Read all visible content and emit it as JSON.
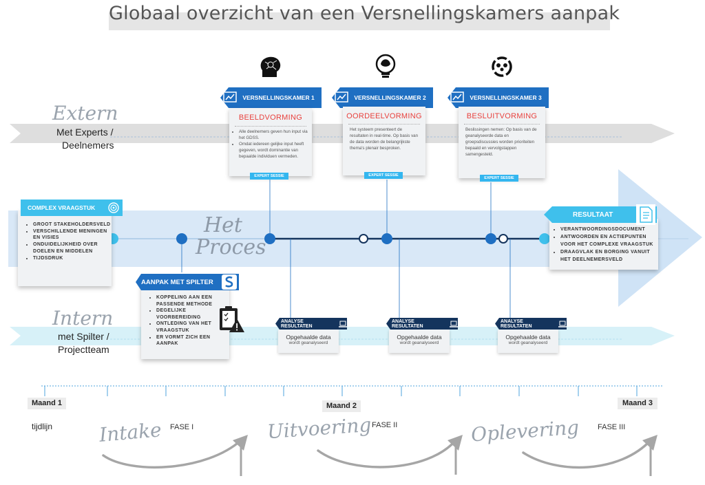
{
  "title": "Globaal overzicht van een Versnellingskamers aanpak",
  "lanes": {
    "extern_script": "Extern",
    "extern_label_1": "Met Experts /",
    "extern_label_2": "Deelnemers",
    "proces_script_1": "Het",
    "proces_script_2": "Proces",
    "intern_script": "Intern",
    "intern_label_1": "met Spilter /",
    "intern_label_2": "Projectteam"
  },
  "versnellingskamers": [
    {
      "header": "VERSNELLINGSKAMER 1",
      "subtitle": "BEELDVORMING",
      "bullets": [
        "Alle deelnemers geven hun input via het GDSS.",
        "Omdat iedereen gelijke input heeft gegeven, wordt dominantie van bepaalde individuen vermeden."
      ],
      "pill": "EXPERT SESSIE",
      "icon": "brain-icon"
    },
    {
      "header": "VERSNELLINGSKAMER 2",
      "subtitle": "OORDEELVORMING",
      "text": "Het systeem presenteert de resultaten in real-time. Op basis van de data worden de belangrijkste thema's plenair besproken.",
      "pill": "EXPERT SESSIE",
      "icon": "lightbulb-icon"
    },
    {
      "header": "VERSNELLINGSKAMER 3",
      "subtitle": "BESLUITVORMING",
      "text": "Beslissingen nemen: Op basis van de geanalyseerde data en groepsdiscussies worden prioriteiten bepaald en vervolgstappen samengesteld.",
      "pill": "EXPERT SESSIE",
      "icon": "cycle-icon"
    }
  ],
  "complex": {
    "header": "COMPLEX VRAAGSTUK",
    "bullets": [
      "GROOT STAKEHOLDERSVELD",
      "VERSCHILLENDE MENINGEN EN VISIES",
      "ONDUIDELIJKHEID OVER DOELEN EN MIDDELEN",
      "TIJDSDRUK"
    ]
  },
  "resultaat": {
    "header": "RESULTAAT",
    "bullets": [
      "VERANTWOORDINGSDOCUMENT",
      "ANTWOORDEN EN ACTIEPUNTEN VOOR HET COMPLEXE VRAAGSTUK",
      "DRAAGVLAK EN BORGING VANUIT HET DEELNEMERSVELD"
    ]
  },
  "aanpak": {
    "header": "AANPAK MET SPILTER",
    "bullets": [
      "KOPPELING AAN EEN PASSENDE METHODE",
      "DEGELIJKE VOORBEREIDING",
      "ONTLEDING VAN HET VRAAGSTUK",
      "ER VORMT ZICH EEN AANPAK"
    ]
  },
  "analyse": [
    {
      "header": "ANALYSE RESULTATEN",
      "line1": "Opgehaalde data",
      "line2": "wordt geanalyseerd"
    },
    {
      "header": "ANALYSE RESULTATEN",
      "line1": "Opgehaalde data",
      "line2": "wordt geanalyseerd"
    },
    {
      "header": "ANALYSE RESULTATEN",
      "line1": "Opgehaalde data",
      "line2": "wordt geanalyseerd"
    }
  ],
  "timeline": {
    "month1": "Maand 1",
    "month2": "Maand 2",
    "month3": "Maand 3",
    "label": "tijdlijn",
    "phases": [
      {
        "script": "Intake",
        "label": "FASE I"
      },
      {
        "script": "Uitvoering",
        "label": "FASE II"
      },
      {
        "script": "Oplevering",
        "label": "FASE III"
      }
    ]
  },
  "colors": {
    "blue": "#1f6fc2",
    "cyan": "#3fc0ec",
    "navy": "#14345d",
    "red": "#e8413d"
  }
}
